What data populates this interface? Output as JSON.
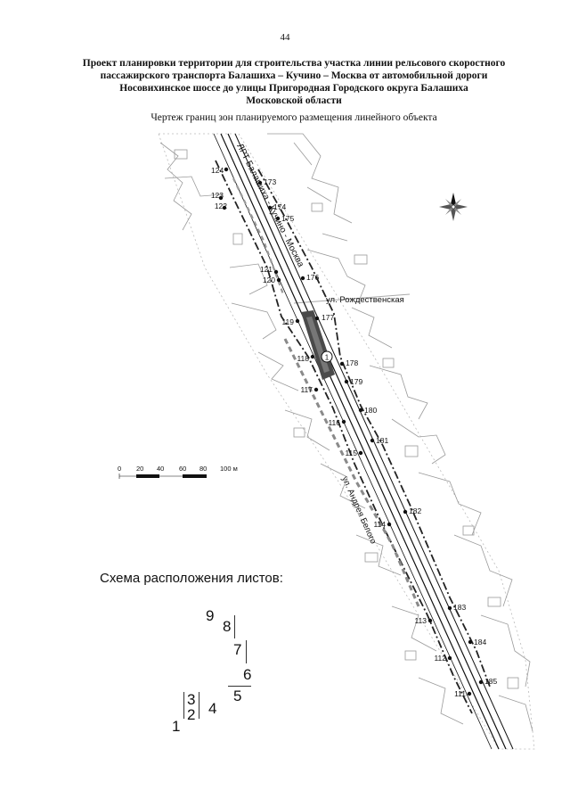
{
  "page": {
    "number": "44"
  },
  "title": {
    "lines": [
      "Проект планировки территории для строительства участка линии рельсового скоростного",
      "пассажирского транспорта Балашиха – Кучино – Москва от автомобильной дороги",
      "Носовихинское шоссе до улицы Пригородная Городского округа Балашиха",
      "Московской области"
    ],
    "subtitle": "Чертеж границ зон планируемого размещения линейного объекта"
  },
  "map": {
    "rail_line_label": "ЛРТ Балашиха - Кучино - Москва",
    "street_rozhdestvenskaya": "ул. Рождественская",
    "street_andreya_belogo": "ул. Андрея Белого",
    "zone_marker": "1",
    "points": {
      "p124": "124",
      "p173": "173",
      "p123": "123",
      "p122": "122",
      "p174": "174",
      "p175": "175",
      "p121": "121",
      "p120": "120",
      "p176": "176",
      "p177": "177",
      "p119": "119",
      "p118": "118",
      "p178": "178",
      "p179": "179",
      "p117": "117",
      "p180": "180",
      "p116": "116",
      "p181": "181",
      "p115": "115",
      "p182": "182",
      "p114": "114",
      "p183": "183",
      "p113": "113",
      "p184": "184",
      "p112": "112",
      "p185": "185",
      "p111": "111"
    },
    "colors": {
      "rail": "#111111",
      "boundary": "#222222",
      "parcels": "#9a9a9a",
      "station": "#4a4a4a"
    }
  },
  "scale_bar": {
    "ticks": [
      "0",
      "20",
      "40",
      "60",
      "80",
      "100 м"
    ]
  },
  "sheet_scheme": {
    "heading": "Схема расположения листов:",
    "sheets": [
      "1",
      "2",
      "3",
      "4",
      "5",
      "6",
      "7",
      "8",
      "9"
    ]
  }
}
